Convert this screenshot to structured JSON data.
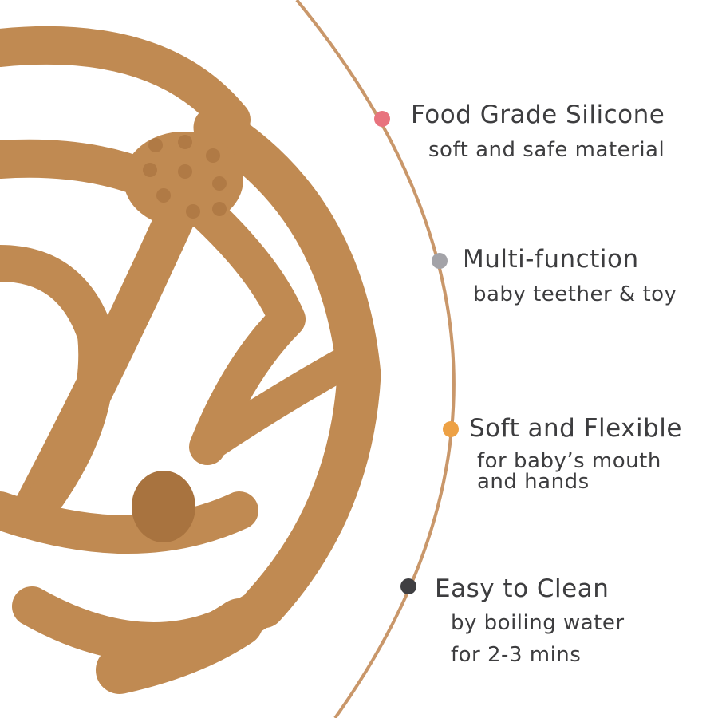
{
  "colors": {
    "silicone": "#c08a52",
    "silicone_shadow": "#a8733f",
    "arc": "#c9976a",
    "text": "#3d3d3f"
  },
  "features": [
    {
      "title": "Food Grade Silicone",
      "subtitle": [
        "soft and safe material"
      ],
      "dot_color": "#e8737e"
    },
    {
      "title": "Multi-function",
      "subtitle": [
        "baby teether & toy"
      ],
      "dot_color": "#a3a3a8"
    },
    {
      "title": "Soft and Flexible",
      "subtitle": [
        "for baby’s mouth",
        "and hands"
      ],
      "dot_color": "#eda145"
    },
    {
      "title": "Easy to Clean",
      "subtitle": [
        "by boiling water",
        "for 2-3 mins"
      ],
      "dot_color": "#3f3f42"
    }
  ]
}
